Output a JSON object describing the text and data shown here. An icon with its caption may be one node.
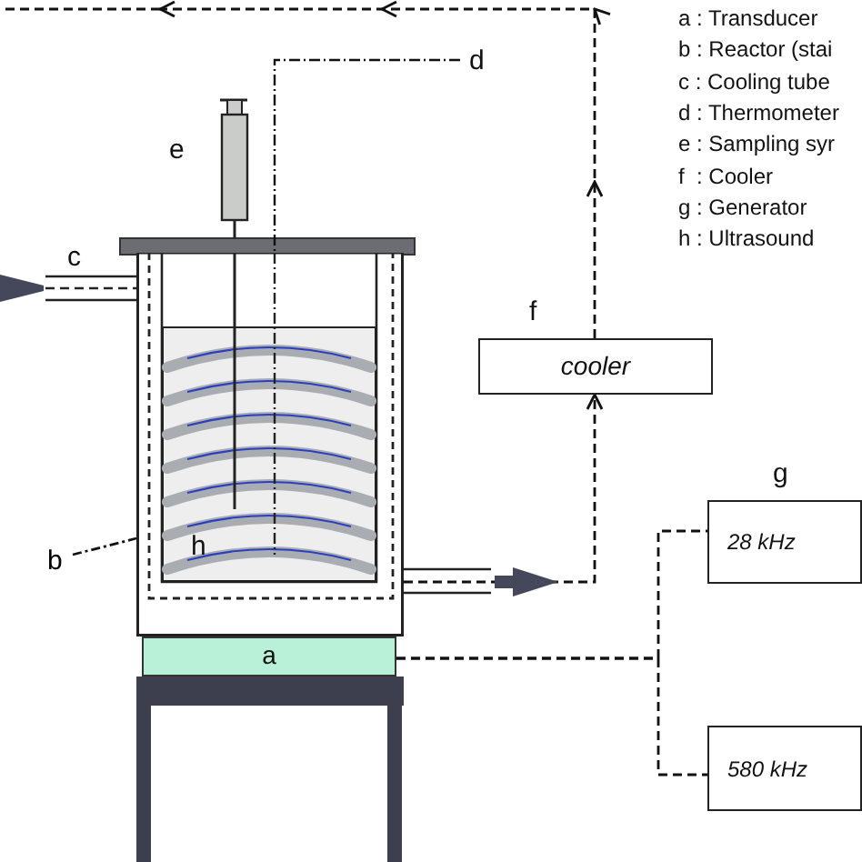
{
  "diagram": {
    "nodes": [
      {
        "text": [
          "f",
          "cooler"
        ]
      },
      {
        "text": [
          "28 kHz"
        ]
      },
      {
        "text": [
          "580 kHz"
        ]
      },
      {
        "text": [
          "a"
        ]
      },
      {
        "text": [],
        "shape": "box"
      },
      {
        "text": [
          "b"
        ]
      }
    ],
    "edges": [
      {
        "from": 4,
        "to": 0,
        "arrow": "to",
        "style": "dashed"
      },
      {
        "from": 0,
        "to": null,
        "arrow": "to",
        "style": "dashed"
      },
      {
        "from": 3,
        "to": 1,
        "arrow": "none",
        "style": "dashed"
      },
      {
        "from": 3,
        "to": 2,
        "arrow": "none",
        "style": "dashed"
      },
      {
        "from": 5,
        "to": 4,
        "arrow": "none",
        "style": "dashed"
      }
    ],
    "labels": [
      "a : Transducer",
      "b : Reactor (stai",
      "c : Cooling tube",
      "d : Thermometer",
      "e : Sampling syr",
      "f  : Cooler",
      "g : Generator",
      "h : Ultrasound",
      "d",
      "e",
      "c",
      "h",
      "g"
    ]
  }
}
